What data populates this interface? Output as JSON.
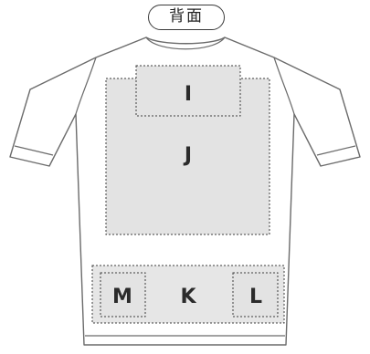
{
  "view_label": "背面",
  "zones": {
    "I": "I",
    "J": "J",
    "K": "K",
    "L": "L",
    "M": "M"
  }
}
